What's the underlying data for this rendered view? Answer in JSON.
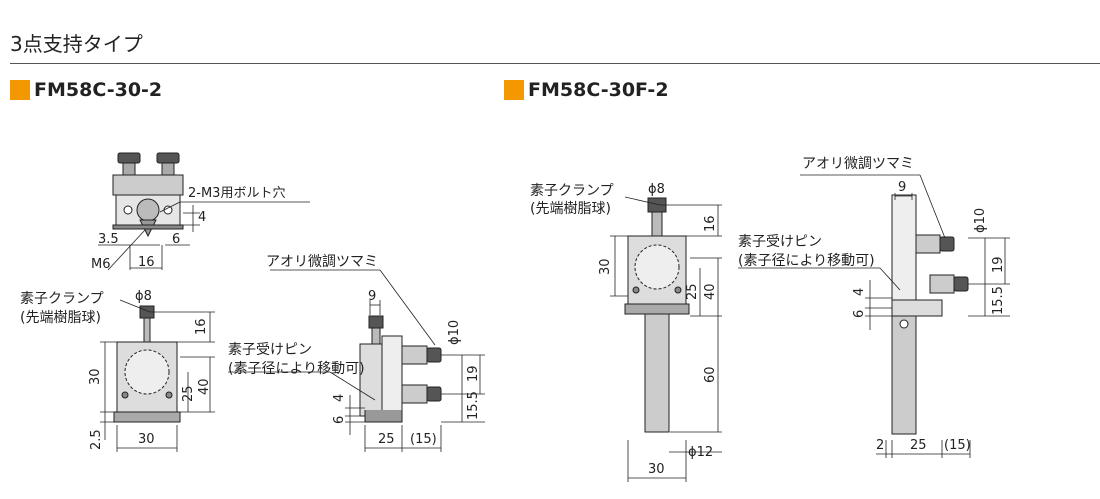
{
  "section_title": "3点支持タイプ",
  "accent_color": "#f39800",
  "models": {
    "left": {
      "name": "FM58C-30-2"
    },
    "right": {
      "name": "FM58C-30F-2"
    }
  },
  "labels": {
    "bolt_hole": "2-M3用ボルト穴",
    "m6": "M6",
    "element_clamp": "素子クランプ",
    "clamp_note": "(先端樹脂球)",
    "tilt_knob": "アオリ微調ツマミ",
    "element_pin": "素子受けピン",
    "pin_note": "(素子径により移動可)"
  },
  "dims": {
    "d3_5": "3.5",
    "d6": "6",
    "d4": "4",
    "d16": "16",
    "phi8": "ϕ8",
    "phi10": "ϕ10",
    "phi12": "ϕ12",
    "d30": "30",
    "d40": "40",
    "d25": "25",
    "d2_5": "2.5",
    "d9": "9",
    "d19": "19",
    "d15_5": "15.5",
    "d15p": "(15)",
    "d60": "60",
    "d2": "2"
  }
}
